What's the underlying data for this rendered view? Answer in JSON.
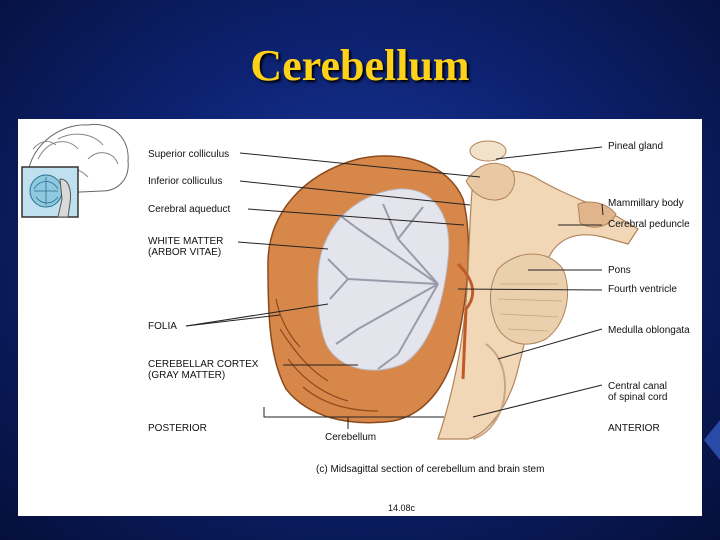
{
  "slide": {
    "title": "Cerebellum"
  },
  "figure": {
    "left_labels": [
      {
        "id": "superior-colliculus",
        "text": "Superior colliculus"
      },
      {
        "id": "inferior-colliculus",
        "text": "Inferior colliculus"
      },
      {
        "id": "cerebral-aqueduct",
        "text": "Cerebral aqueduct"
      },
      {
        "id": "white-matter",
        "text": "WHITE MATTER\n(ARBOR VITAE)"
      },
      {
        "id": "folia",
        "text": "FOLIA"
      },
      {
        "id": "cerebellar-cortex",
        "text": "CEREBELLAR CORTEX\n(GRAY MATTER)"
      },
      {
        "id": "posterior",
        "text": "POSTERIOR"
      }
    ],
    "right_labels": [
      {
        "id": "pineal-gland",
        "text": "Pineal gland"
      },
      {
        "id": "mammillary-body",
        "text": "Mammillary body"
      },
      {
        "id": "cerebral-peduncle",
        "text": "Cerebral peduncle"
      },
      {
        "id": "pons",
        "text": "Pons"
      },
      {
        "id": "fourth-ventricle",
        "text": "Fourth ventricle"
      },
      {
        "id": "medulla-oblongata",
        "text": "Medulla oblongata"
      },
      {
        "id": "central-canal",
        "text": "Central canal\nof spinal cord"
      },
      {
        "id": "anterior",
        "text": "ANTERIOR"
      }
    ],
    "bottom_label": "Cerebellum",
    "caption": "(c) Midsagittal section of cerebellum and brain stem",
    "figure_number": "14.08c"
  }
}
